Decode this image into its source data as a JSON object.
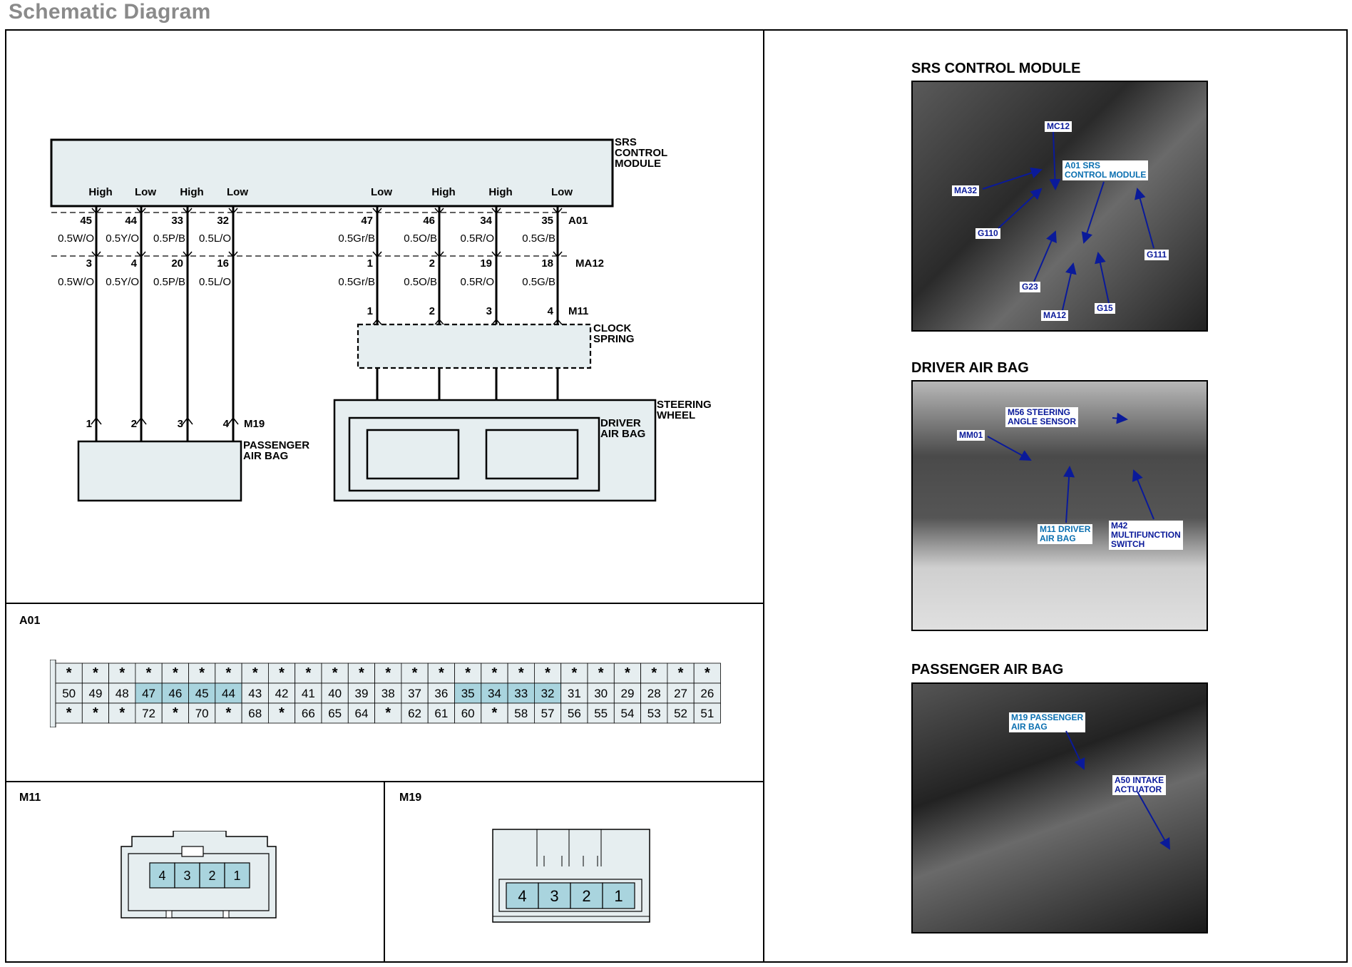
{
  "page_title": "Schematic Diagram",
  "srs_module": {
    "label": "SRS\nCONTROL\nMODULE",
    "connector": "A01",
    "pins": [
      {
        "pin_a01": "45",
        "level": "High",
        "wire": "0.5W/O",
        "pin_ma12": "3",
        "wire2": "0.5W/O",
        "pin_m19": "1"
      },
      {
        "pin_a01": "44",
        "level": "Low",
        "wire": "0.5Y/O",
        "pin_ma12": "4",
        "wire2": "0.5Y/O",
        "pin_m19": "2"
      },
      {
        "pin_a01": "33",
        "level": "High",
        "wire": "0.5P/B",
        "pin_ma12": "20",
        "wire2": "0.5P/B",
        "pin_m19": "3"
      },
      {
        "pin_a01": "32",
        "level": "Low",
        "wire": "0.5L/O",
        "pin_ma12": "16",
        "wire2": "0.5L/O",
        "pin_m19": "4"
      },
      {
        "pin_a01": "47",
        "level": "Low",
        "wire": "0.5Gr/B",
        "pin_ma12": "1",
        "wire2": "0.5Gr/B",
        "pin_m11": "1"
      },
      {
        "pin_a01": "46",
        "level": "High",
        "wire": "0.5O/B",
        "pin_ma12": "2",
        "wire2": "0.5O/B",
        "pin_m11": "2"
      },
      {
        "pin_a01": "34",
        "level": "High",
        "wire": "0.5R/O",
        "pin_ma12": "19",
        "wire2": "0.5R/O",
        "pin_m11": "3"
      },
      {
        "pin_a01": "35",
        "level": "Low",
        "wire": "0.5G/B",
        "pin_ma12": "18",
        "wire2": "0.5G/B",
        "pin_m11": "4"
      }
    ]
  },
  "connectors": {
    "ma12": "MA12",
    "m11": "M11",
    "m19": "M19"
  },
  "components": {
    "clock_spring": "CLOCK\nSPRING",
    "steering_wheel": "STEERING\nWHEEL",
    "driver_air_bag": "DRIVER\nAIR BAG",
    "passenger_air_bag": "PASSENGER\nAIR BAG"
  },
  "a01_connector": {
    "title": "A01",
    "row1": [
      "*",
      "*",
      "*",
      "*",
      "*",
      "*",
      "*",
      "*",
      "*",
      "*",
      "*",
      "*",
      "*",
      "*",
      "*",
      "*",
      "*",
      "*",
      "*",
      "*",
      "*",
      "*",
      "*",
      "*",
      "*"
    ],
    "row2": [
      "50",
      "49",
      "48",
      "47",
      "46",
      "45",
      "44",
      "43",
      "42",
      "41",
      "40",
      "39",
      "38",
      "37",
      "36",
      "35",
      "34",
      "33",
      "32",
      "31",
      "30",
      "29",
      "28",
      "27",
      "26"
    ],
    "row3": [
      "*",
      "*",
      "*",
      "72",
      "*",
      "70",
      "*",
      "68",
      "*",
      "66",
      "65",
      "64",
      "*",
      "62",
      "61",
      "60",
      "*",
      "58",
      "57",
      "56",
      "55",
      "54",
      "53",
      "52",
      "51"
    ],
    "highlight_row2": [
      "47",
      "46",
      "45",
      "44",
      "35",
      "34",
      "33",
      "32"
    ]
  },
  "m11_connector": {
    "title": "M11",
    "pins": [
      "4",
      "3",
      "2",
      "1"
    ]
  },
  "m19_connector": {
    "title": "M19",
    "pins": [
      "4",
      "3",
      "2",
      "1"
    ]
  },
  "photos": {
    "srs": {
      "title": "SRS CONTROL MODULE",
      "callouts": [
        "MC12",
        "A01 SRS\nCONTROL MODULE",
        "MA32",
        "G110",
        "G111",
        "G23",
        "MA12",
        "G15"
      ]
    },
    "driver": {
      "title": "DRIVER AIR BAG",
      "callouts": [
        "M56 STEERING\nANGLE SENSOR",
        "MM01",
        "M11 DRIVER\nAIR BAG",
        "M42\nMULTIFUNCTION\nSWITCH"
      ]
    },
    "passenger": {
      "title": "PASSENGER AIR BAG",
      "callouts": [
        "M19 PASSENGER\nAIR BAG",
        "A50 INTAKE\nACTUATOR"
      ]
    }
  },
  "colors": {
    "panel_fill": "#e6eef0",
    "pin_highlight": "#a9d4de",
    "line": "#000000",
    "callout_text": "#0a1a9a"
  }
}
